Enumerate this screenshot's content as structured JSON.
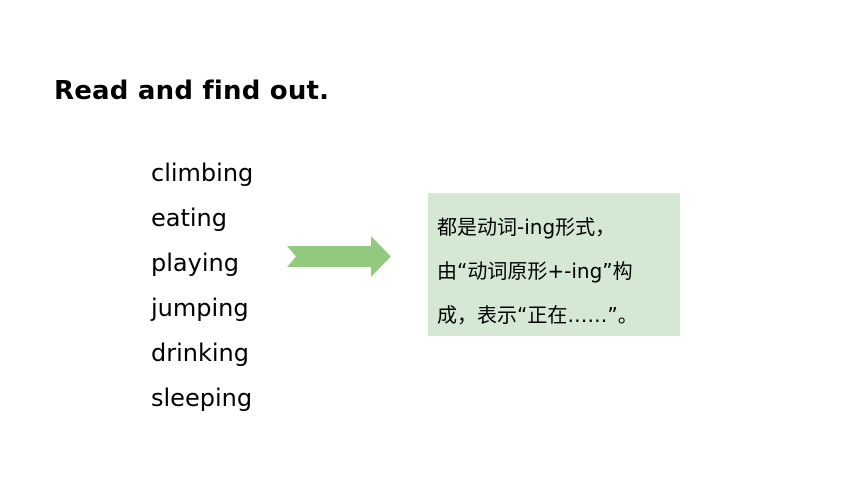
{
  "heading": "Read and find out.",
  "words": [
    "climbing",
    "eating",
    "playing",
    "jumping",
    "drinking",
    "sleeping"
  ],
  "arrow_icon": "right-arrow-icon",
  "colors": {
    "arrow": "#92c97e",
    "note_background": "#d5e8d4"
  },
  "note": {
    "lines": [
      "都是动词-ing形式，",
      "由“动词原形+-ing”构",
      "成，表示“正在……”。"
    ]
  }
}
